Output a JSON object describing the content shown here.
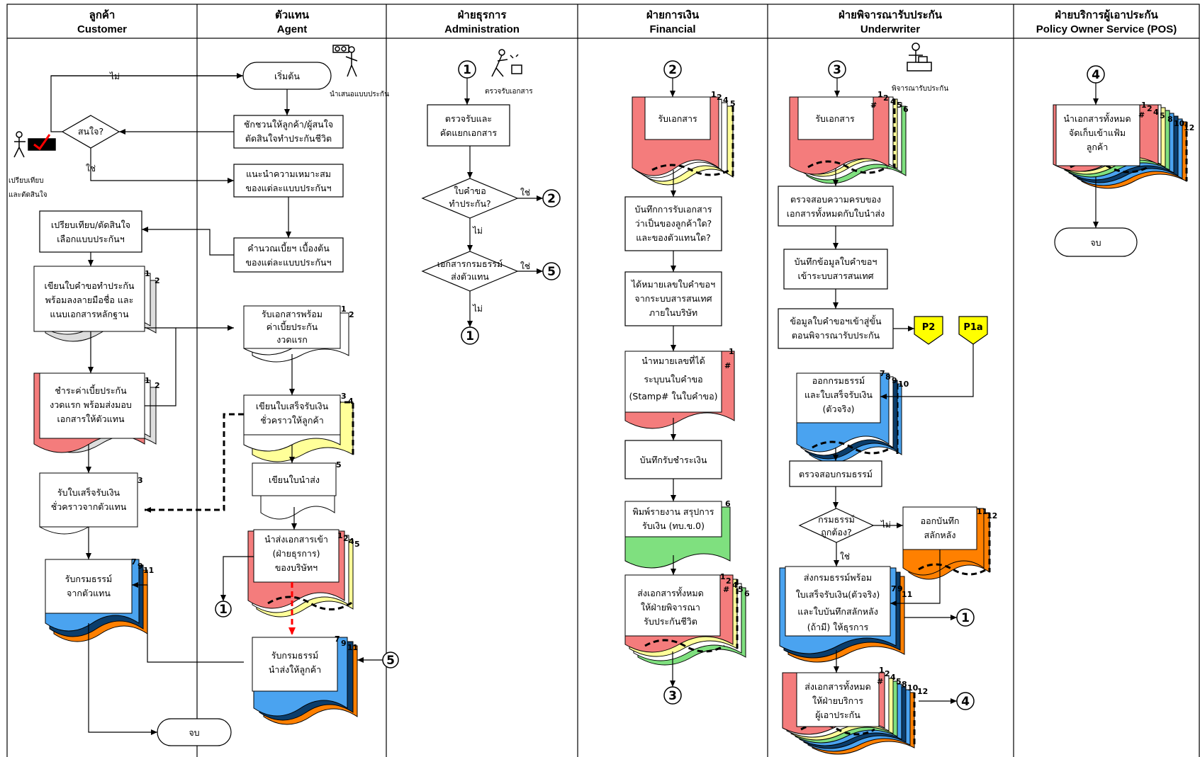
{
  "lanes": [
    {
      "th": "ลูกค้า",
      "en": "Customer"
    },
    {
      "th": "ตัวแทน",
      "en": "Agent"
    },
    {
      "th": "ฝ่ายธุรการ",
      "en": "Administration"
    },
    {
      "th": "ฝ่ายการเงิน",
      "en": "Financial"
    },
    {
      "th": "ฝ่ายพิจารณารับประกัน",
      "en": "Underwriter"
    },
    {
      "th": "ฝ่ายบริการผู้เอาประกัน",
      "en": "Policy Owner Service (POS)"
    }
  ],
  "customer": {
    "compare_caption": [
      "เปรียบเทียบ",
      "และตัดสินใจ"
    ],
    "interested_decision": "สนใจ?",
    "no_label": "ไม่",
    "yes_label": "ใช่",
    "choose_plan": [
      "เปรียบเทียบ/ตัดสินใจ",
      "เลือกแบบประกันฯ"
    ],
    "write_application": [
      "เขียนใบคำขอทำประกัน",
      "พร้อมลงลายมือชื่อ และ",
      "แนบเอกสารหลักฐาน"
    ],
    "pay_premium": [
      "ชำระค่าเบี้ยประกัน",
      "งวดแรก พร้อมส่งมอบ",
      "เอกสารให้ตัวแทน"
    ],
    "receive_temp_receipt": [
      "รับใบเสร็จรับเงิน",
      "ชั่วคราวจากตัวแทน"
    ],
    "receive_policy": [
      "รับกรมธรรม์",
      "จากตัวแทน"
    ],
    "end": "จบ",
    "doc_numbers": {
      "application": [
        "1",
        "2"
      ],
      "payment": [
        "1",
        "2"
      ],
      "temp_receipt": [
        "3"
      ],
      "policy": [
        "7",
        "9",
        "11"
      ]
    }
  },
  "agent": {
    "start": "เริ่มต้น",
    "present_caption": "นำเสนอแบบประกัน",
    "persuade": [
      "ชักชวนให้ลูกค้า/ผู้สนใจ",
      "ตัดสินใจทำประกันชีวิต"
    ],
    "recommend": [
      "แนะนำความเหมาะสม",
      "ของแต่ละแบบประกันฯ"
    ],
    "calculate": [
      "คำนวณเบี้ยฯ เบื้องต้น",
      "ของแต่ละแบบประกันฯ"
    ],
    "receive_docs": [
      "รับเอกสารพร้อม",
      "ค่าเบี้ยประกัน",
      "งวดแรก"
    ],
    "write_temp_receipt": [
      "เขียนใบเสร็จรับเงิน",
      "ชั่วคราวให้ลูกค้า"
    ],
    "write_delivery_note": "เขียนใบนำส่ง",
    "submit_docs": [
      "นำส่งเอกสารเข้า",
      "(ฝ่ายธุรการ)",
      "ของบริษัทฯ"
    ],
    "receive_policy": [
      "รับกรมธรรม์",
      "นำส่งให้ลูกค้า"
    ],
    "connector_1": "1",
    "connector_5": "5",
    "doc_numbers": {
      "receive": [
        "1",
        "2"
      ],
      "temp": [
        "3",
        "4"
      ],
      "note": [
        "5"
      ],
      "submit": [
        "1",
        "2",
        "4",
        "5"
      ],
      "policy": [
        "7",
        "9",
        "11"
      ]
    }
  },
  "admin": {
    "connector_top": "1",
    "check_caption": "ตรวจรับเอกสาร",
    "check_sort": [
      "ตรวจรับและ",
      "คัดแยกเอกสาร"
    ],
    "decision_application": [
      "ใบคำขอ",
      "ทำประกัน?"
    ],
    "decision_policy": [
      "เอกสารกรมธรรม์",
      "ส่งตัวแทน"
    ],
    "yes_label": "ใช่",
    "no_label": "ไม่",
    "connector_2": "2",
    "connector_5": "5",
    "connector_bottom": "1"
  },
  "financial": {
    "connector_top": "2",
    "receive_docs": "รับเอกสาร",
    "record_docs": [
      "บันทึกการรับเอกสาร",
      "ว่าเป็นของลูกค้าใด?",
      "และของตัวแทนใด?"
    ],
    "get_number": [
      "ได้หมายเลขใบคำขอฯ",
      "จากระบบสารสนเทศ",
      "ภายในบริษัท"
    ],
    "stamp_number": [
      "นำหมายเลขที่ได้",
      "ระบุบนใบคำขอ",
      "(Stamp# ในใบคำขอ)"
    ],
    "record_payment": "บันทึกรับชำระเงิน",
    "print_report": [
      "พิมพ์รายงาน สรุปการ",
      "รับเงิน (ทบ.ข.0)"
    ],
    "send_docs": [
      "ส่งเอกสารทั้งหมด",
      "ให้ฝ่ายพิจารณา",
      "รับประกันชีวิต"
    ],
    "connector_bottom": "3",
    "hash": "#",
    "doc_numbers": {
      "receive": [
        "1",
        "2",
        "4",
        "5"
      ],
      "stamp": [
        "1"
      ],
      "report": [
        "6"
      ],
      "send": [
        "1",
        "2",
        "4",
        "5",
        "6"
      ]
    }
  },
  "underwriter": {
    "connector_top": "3",
    "review_caption": "พิจารณารับประกัน",
    "receive_docs": "รับเอกสาร",
    "check_complete": [
      "ตรวจสอบความครบของ",
      "เอกสารทั้งหมดกับใบนำส่ง"
    ],
    "record_info": [
      "บันทึกข้อมูลใบคำขอฯ",
      "เข้าระบบสารสนเทศ"
    ],
    "enter_underwriting": [
      "ข้อมูลใบคำขอฯเข้าสู่ขั้น",
      "ตอนพิจารณารับประกัน"
    ],
    "p2": "P2",
    "p1a": "P1a",
    "issue_policy": [
      "ออกกรมธรรม์",
      "และใบเสร็จรับเงิน",
      "(ตัวจริง)"
    ],
    "check_policy": "ตรวจสอบกรมธรรม์",
    "policy_correct": [
      "กรมธรรม์",
      "ถูกต้อง?"
    ],
    "no_label": "ไม่",
    "yes_label": "ใช่",
    "endorsement": [
      "ออกบันทึก",
      "สลักหลัง"
    ],
    "send_policy": [
      "ส่งกรมธรรม์พร้อม",
      "ใบเสร็จรับเงิน(ตัวจริง)",
      "และใบบันทึกสลักหลัง",
      "(ถ้ามี) ให้ธุรการ"
    ],
    "connector_1": "1",
    "send_all": [
      "ส่งเอกสารทั้งหมด",
      "ให้ฝ่ายบริการ",
      "ผู้เอาประกัน"
    ],
    "connector_4": "4",
    "hash": "#",
    "doc_numbers": {
      "receive": [
        "1",
        "2",
        "4",
        "5",
        "6"
      ],
      "issue": [
        "7",
        "8",
        "9",
        "10"
      ],
      "endorse": [
        "11",
        "12"
      ],
      "send_policy": [
        "7",
        "9",
        "11"
      ],
      "send_all": [
        "1",
        "2",
        "4",
        "5",
        "8",
        "10",
        "12"
      ]
    }
  },
  "pos": {
    "connector_top": "4",
    "file_docs": [
      "นำเอกสารทั้งหมด",
      "จัดเก็บเข้าแฟ้ม",
      "ลูกค้า"
    ],
    "end": "จบ",
    "hash": "#",
    "doc_numbers": [
      "1",
      "2",
      "4",
      "5",
      "8",
      "10",
      "12"
    ]
  },
  "colors": {
    "doc_red": "#f47c7c",
    "doc_yellow": "#ffff99",
    "doc_green": "#7fe07f",
    "doc_blue": "#4aa3f0",
    "doc_gray": "#dddddd",
    "doc_orange": "#ff8000",
    "doc_dark": "#0b3d6b",
    "connector_yellow": "#ffff00",
    "arrow_red": "#ff0000"
  }
}
